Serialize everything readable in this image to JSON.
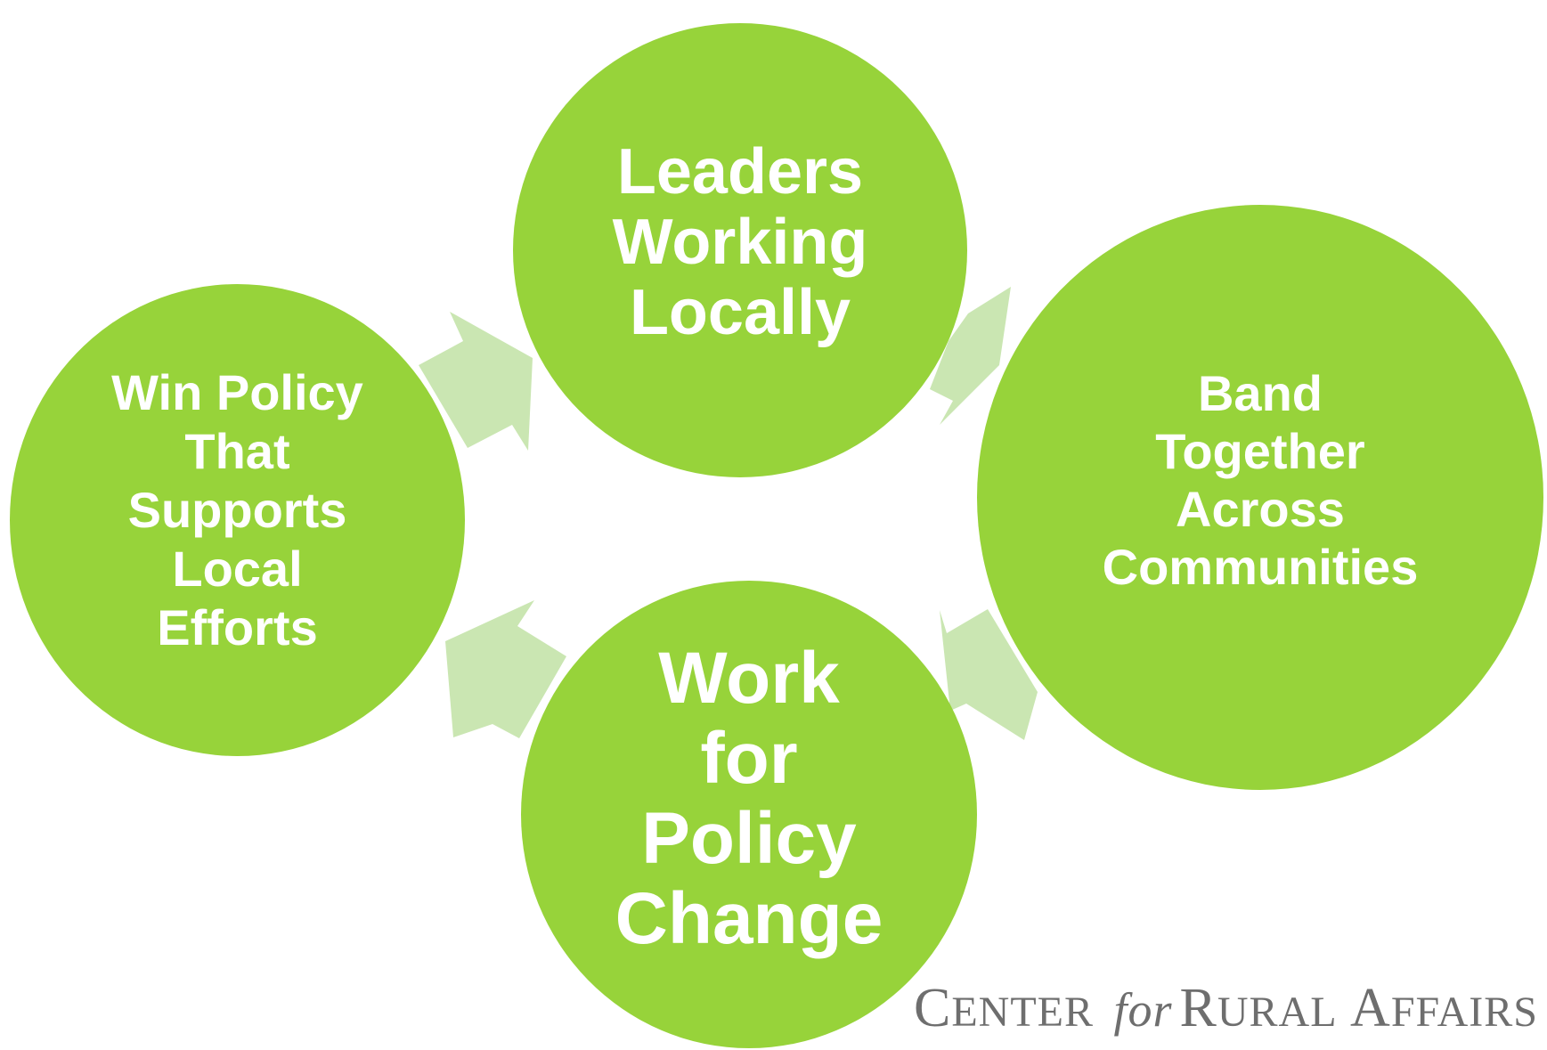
{
  "diagram": {
    "nodes": [
      {
        "id": "top",
        "label": "Leaders\nWorking\nLocally"
      },
      {
        "id": "right",
        "label": "Band\nTogether\nAcross\nCommunities"
      },
      {
        "id": "bottom",
        "label": "Work\nfor\nPolicy\nChange"
      },
      {
        "id": "left",
        "label": "Win Policy\nThat\nSupports\nLocal\nEfforts"
      }
    ],
    "flow": [
      "top",
      "right",
      "bottom",
      "left",
      "top"
    ],
    "colors": {
      "node": "#97d33a",
      "arrow": "#cae6b2",
      "text": "#ffffff",
      "logo": "#6e6e6e"
    }
  },
  "logo": {
    "full": "CENTER for RURAL AFFAIRS",
    "center_initial": "C",
    "center_rest": "ENTER",
    "for": "for",
    "rural_initial": "R",
    "rural_rest": "URAL",
    "affairs_initial": "A",
    "affairs_rest": "FFAIRS"
  }
}
